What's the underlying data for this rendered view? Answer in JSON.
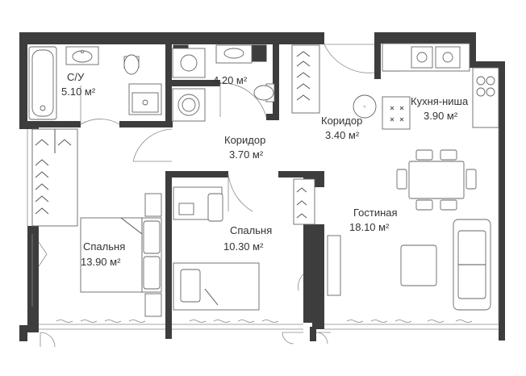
{
  "plan": {
    "wall_color": "#3d3d3d",
    "rooms": [
      {
        "id": "bathroom",
        "name": "С/У",
        "area": "5.10 м²"
      },
      {
        "id": "wc",
        "name": "",
        "area": "4.20 м²"
      },
      {
        "id": "corridor-1",
        "name": "Коридор",
        "area": "3.70 м²"
      },
      {
        "id": "corridor-2",
        "name": "Коридор",
        "area": "3.40 м²"
      },
      {
        "id": "kitchen",
        "name": "Кухня-ниша",
        "area": "3.90 м²"
      },
      {
        "id": "bedroom-1",
        "name": "Спальня",
        "area": "13.90 м²"
      },
      {
        "id": "bedroom-2",
        "name": "Спальня",
        "area": "10.30 м²"
      },
      {
        "id": "living",
        "name": "Гостиная",
        "area": "18.10 м²"
      }
    ]
  }
}
